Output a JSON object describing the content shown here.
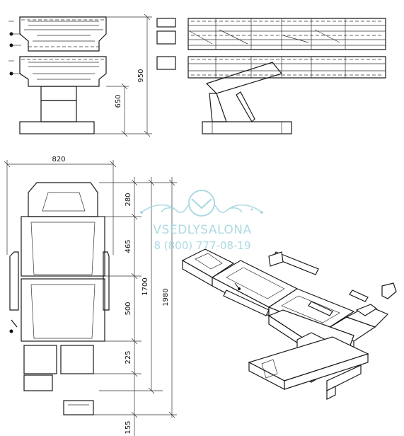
{
  "dimensions": {
    "side_height_seat": "650",
    "side_height_total": "950",
    "top_width": "820",
    "top_headrest": "280",
    "top_back": "465",
    "top_seat": "500",
    "top_leg": "225",
    "top_foot": "155",
    "top_length_mid": "1700",
    "top_length_total": "1980"
  },
  "watermark": {
    "brand": "VSEDLYSALONA",
    "phone": "8 (800) 777-08-19"
  },
  "colors": {
    "line": "#1a1a1a",
    "watermark": "#9fd3dd"
  }
}
